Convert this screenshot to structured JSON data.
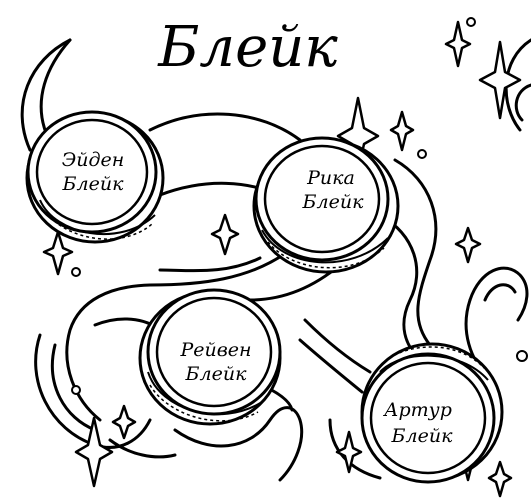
{
  "title": "Блейк",
  "members": [
    {
      "first_name": "Эйден",
      "last_name": "Блейк"
    },
    {
      "first_name": "Рика",
      "last_name": "Блейк"
    },
    {
      "first_name": "Рейвен",
      "last_name": "Блейк"
    },
    {
      "first_name": "Артур",
      "last_name": "Блейк"
    }
  ],
  "colors": {
    "ink": "#000000",
    "paper": "#ffffff"
  }
}
